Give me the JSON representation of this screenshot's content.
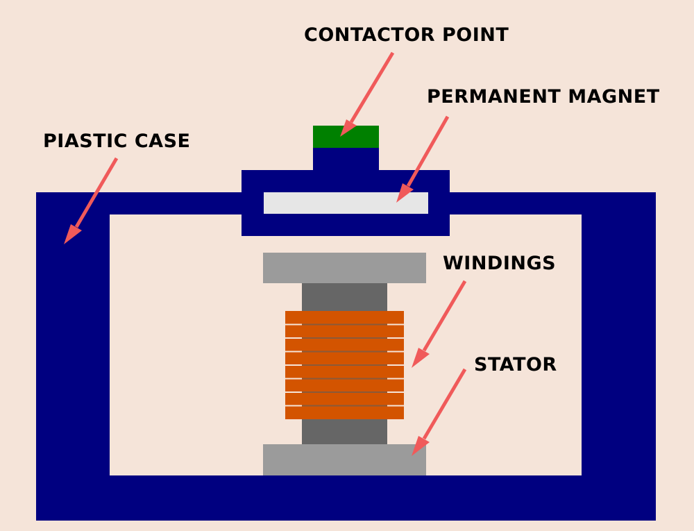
{
  "labels": {
    "contactor_point": "CONTACTOR POINT",
    "permanent_magnet": "PERMANENT MAGNET",
    "plastic_case": "PIASTIC CASE",
    "windings": "WINDINGS",
    "stator": "STATOR"
  },
  "colors": {
    "background": "#f5e4d9",
    "case": "#000080",
    "contact": "#008000",
    "magnet": "#e6e6e6",
    "stator_plate": "#9b9b9b",
    "stator_core": "#666666",
    "winding": "#d35400",
    "winding_gap": "#f5e4d9",
    "arrow": "#f05a5a",
    "text": "#000000"
  }
}
